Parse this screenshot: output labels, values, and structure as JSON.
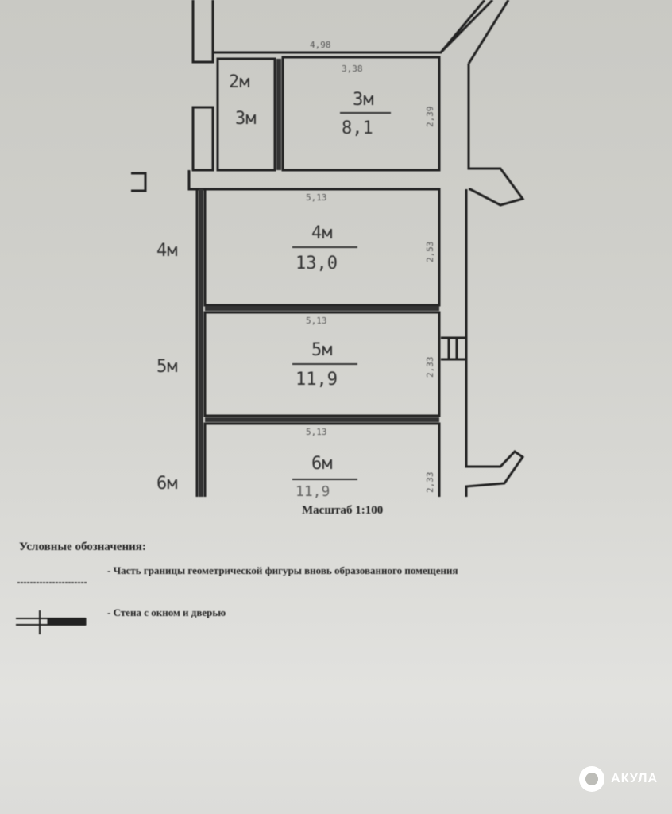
{
  "plan": {
    "rooms": [
      {
        "number": "3м",
        "area": "8,1",
        "width": "3,38",
        "height": "2,39"
      },
      {
        "number": "4м",
        "area": "13,0",
        "width": "5,13",
        "height": "2,53"
      },
      {
        "number": "5м",
        "area": "11,9",
        "width": "5,13",
        "height": "2,33"
      },
      {
        "number": "6м",
        "area": "11,9",
        "width": "5,13",
        "height": "2,33"
      }
    ],
    "top_dimension": "4,98",
    "side_labels": [
      "2м",
      "3м",
      "4м",
      "5м",
      "6м"
    ],
    "scale": "Масштаб 1:100"
  },
  "legend": {
    "title": "Условные обозначения:",
    "items": [
      "- Часть границы геометрической фигуры вновь образованного помещения",
      "- Стена с окном и дверью"
    ]
  },
  "watermark": "АКУЛА"
}
